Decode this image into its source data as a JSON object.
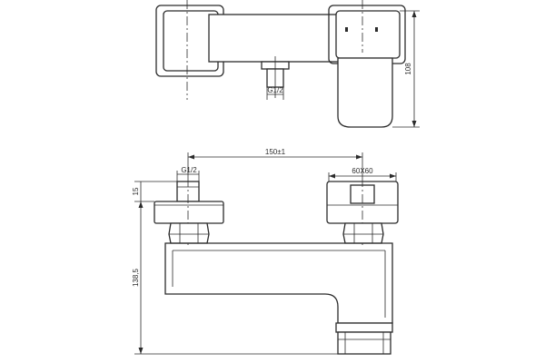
{
  "dimensions": {
    "depth": "108",
    "thread_top": "G1/2",
    "thread_front": "G1/2",
    "center_distance": "150±1",
    "handle_size": "60X60",
    "inlet_height": "15",
    "total_height": "138,5"
  },
  "colors": {
    "line": "#2b2b2b",
    "background": "#ffffff"
  }
}
